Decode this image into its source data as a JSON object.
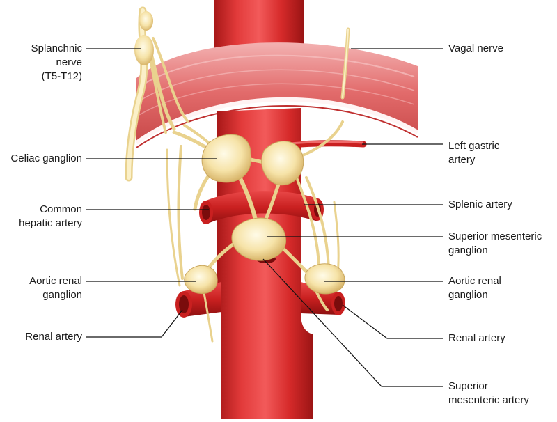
{
  "labels": {
    "splanchnic_nerve": [
      "Splanchnic",
      "nerve",
      "(T5-T12)"
    ],
    "celiac_ganglion": [
      "Celiac ganglion"
    ],
    "common_hepatic_artery": [
      "Common",
      "hepatic artery"
    ],
    "aortic_renal_ganglion_left": [
      "Aortic renal",
      "ganglion"
    ],
    "renal_artery_left": [
      "Renal artery"
    ],
    "vagal_nerve": [
      "Vagal nerve"
    ],
    "left_gastric_artery": [
      "Left gastric",
      "artery"
    ],
    "splenic_artery": [
      "Splenic artery"
    ],
    "superior_mesenteric_ganglion": [
      "Superior mesenteric",
      "ganglion"
    ],
    "aortic_renal_ganglion_right": [
      "Aortic renal",
      "ganglion"
    ],
    "renal_artery_right": [
      "Renal artery"
    ],
    "superior_mesenteric_artery": [
      "Superior",
      "mesenteric artery"
    ]
  },
  "colors": {
    "artery": "#d92b2b",
    "artery_dark": "#9e1414",
    "artery_light": "#f07070",
    "nerve": "#f6e6b0",
    "nerve_outline": "#c9a75e",
    "diaphragm": "#e88080",
    "leader": "#111111"
  }
}
